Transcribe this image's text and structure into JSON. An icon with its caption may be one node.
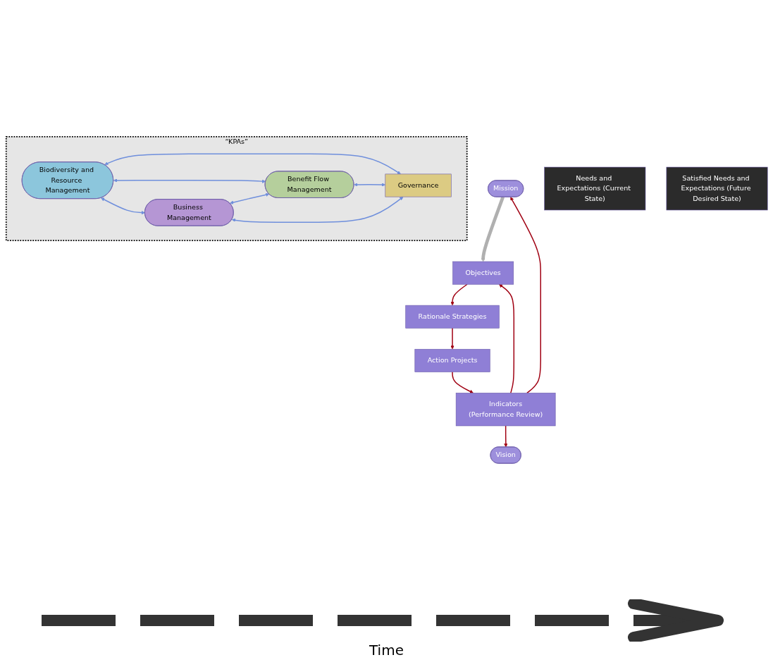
{
  "diagram": {
    "nodes": [
      {
        "text": [
          "Vision"
        ]
      },
      {
        "text": [
          "Mission"
        ]
      },
      {
        "text": [
          "“KPAs”"
        ]
      },
      {
        "text": [
          "Biodiversity and Resource Management"
        ],
        "in": 2
      },
      {
        "text": [
          "Business Management"
        ],
        "in": 2
      },
      {
        "text": [
          "Benefit Flow Management"
        ],
        "in": 2
      },
      {
        "text": [
          "Governance"
        ],
        "in": 2
      },
      {
        "text": [
          "Objectives"
        ]
      },
      {
        "text": [
          "Rationale Strategies"
        ]
      },
      {
        "text": [
          "Indicators",
          "(Performance Review)"
        ]
      },
      {
        "text": [
          "Action Projects"
        ]
      },
      {
        "text": [
          "Needs and Expectations (Current State)"
        ]
      },
      {
        "text": [
          "Satisfied Needs and Expectations (Future Desired State)"
        ]
      }
    ],
    "edges": [
      {
        "from": 1,
        "to": 7,
        "arrow": "to",
        "style": "thick",
        "color": "#b0b0b0"
      },
      {
        "from": 3,
        "to": 4,
        "arrow": "both",
        "color": "#6f8fdc"
      },
      {
        "from": 3,
        "to": 5,
        "arrow": "both",
        "color": "#6f8fdc"
      },
      {
        "from": 4,
        "to": 5,
        "arrow": "both",
        "color": "#6f8fdc"
      },
      {
        "from": 3,
        "to": 6,
        "arrow": "both",
        "color": "#6f8fdc"
      },
      {
        "from": 5,
        "to": 6,
        "arrow": "both",
        "color": "#6f8fdc"
      },
      {
        "from": 4,
        "to": 6,
        "arrow": "both",
        "color": "#6f8fdc"
      },
      {
        "from": 7,
        "to": 8,
        "arrow": "to",
        "color": "#a00012"
      },
      {
        "from": 8,
        "to": 10,
        "arrow": "to",
        "color": "#a00012"
      },
      {
        "from": 10,
        "to": 9,
        "arrow": "to",
        "color": "#a00012"
      },
      {
        "from": 9,
        "to": 7,
        "arrow": "to",
        "color": "#a00012"
      },
      {
        "from": 9,
        "to": 1,
        "arrow": "to",
        "color": "#a00012"
      },
      {
        "from": 9,
        "to": 0,
        "arrow": "to",
        "color": "#a00012"
      }
    ],
    "labels": [
      "Time"
    ]
  }
}
